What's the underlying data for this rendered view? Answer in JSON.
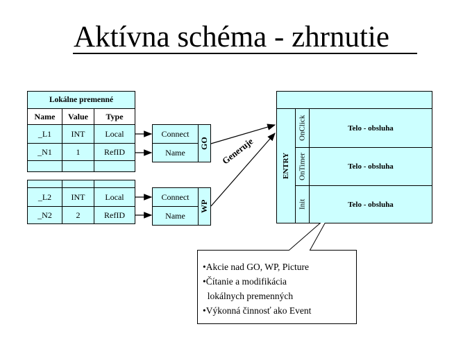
{
  "title": "Aktívna schéma - zhrnutie",
  "table": {
    "caption": "Lokálne premenné",
    "headers": [
      "Name",
      "Value",
      "Type"
    ],
    "group1": [
      [
        "_L1",
        "INT",
        "Local"
      ],
      [
        "_N1",
        "1",
        "RefID"
      ]
    ],
    "group2": [
      [
        "_L2",
        "INT",
        "Local"
      ],
      [
        "_N2",
        "2",
        "RefID"
      ]
    ]
  },
  "go_box": {
    "connect": "Connect",
    "name": "Name",
    "tag": "GO"
  },
  "wp_box": {
    "connect": "Connect",
    "name": "Name",
    "tag": "WP"
  },
  "arrow_label": "Generuje",
  "right_box": {
    "entry": "ENTRY",
    "events": [
      "OnClick",
      "OnTimer",
      "Init"
    ],
    "handlers": [
      "Telo - obsluha",
      "Telo - obsluha",
      "Telo - obsluha"
    ]
  },
  "callout": [
    "•Akcie nad GO, WP, Picture",
    "•Čítanie a modifikácia",
    "  lokálnych premenných",
    "•Výkonná činnosť ako Event"
  ]
}
